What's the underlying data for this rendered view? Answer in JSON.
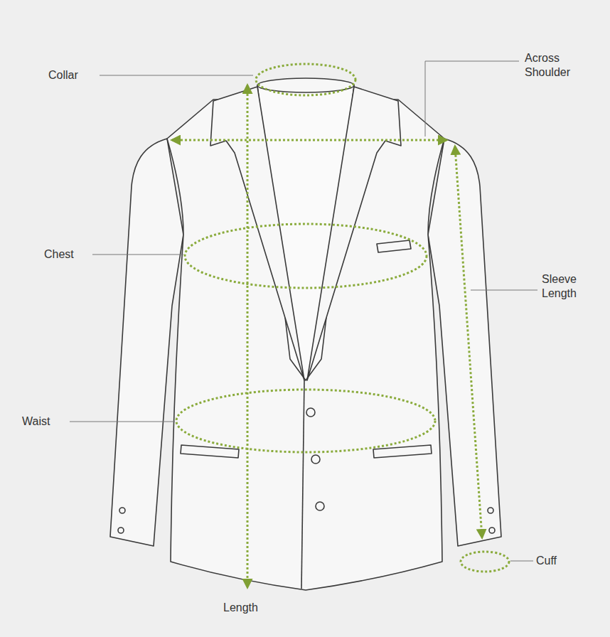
{
  "diagram": {
    "labels": [
      "Collar",
      "Across Shoulder",
      "Chest",
      "Sleeve Length",
      "Waist",
      "Cuff",
      "Length"
    ]
  }
}
